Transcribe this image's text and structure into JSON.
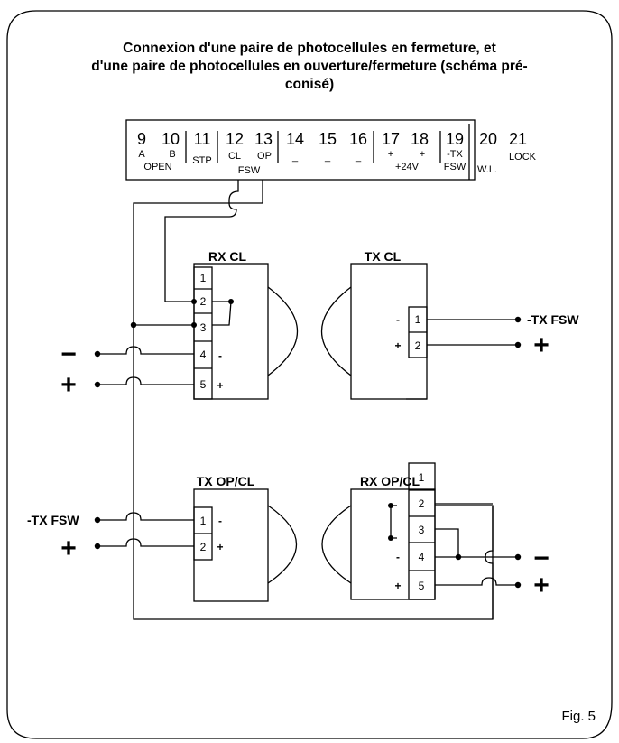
{
  "title": {
    "line1": "Connexion d'une paire de photocellules en fermeture, et",
    "line2": "d'une paire de photocellules en ouverture/fermeture (schéma pré-",
    "line3": "conisé)"
  },
  "terminal_block": {
    "numbers": [
      "9",
      "10",
      "11",
      "12",
      "13",
      "14",
      "15",
      "16",
      "17",
      "18",
      "19",
      "20",
      "21"
    ],
    "sub_labels": {
      "a": "A",
      "b": "B",
      "open": "OPEN",
      "stp": "STP",
      "cl": "CL",
      "op": "OP",
      "fsw": "FSW",
      "dash": "_",
      "plus": "+",
      "v24": "+24V",
      "tx": "-TX",
      "tx_fsw": "FSW",
      "wl": "W.L.",
      "lock": "LOCK"
    }
  },
  "devices": {
    "rx_cl": "RX CL",
    "tx_cl": "TX CL",
    "tx_opcl": "TX OP/CL",
    "rx_opcl": "RX OP/CL"
  },
  "pins": [
    "1",
    "2",
    "3",
    "4",
    "5"
  ],
  "polarity": {
    "minus": "-",
    "plus": "+"
  },
  "supply": {
    "minus": "−",
    "plus": "+"
  },
  "tx_fsw_label": "-TX FSW",
  "figure_label": "Fig. 5"
}
